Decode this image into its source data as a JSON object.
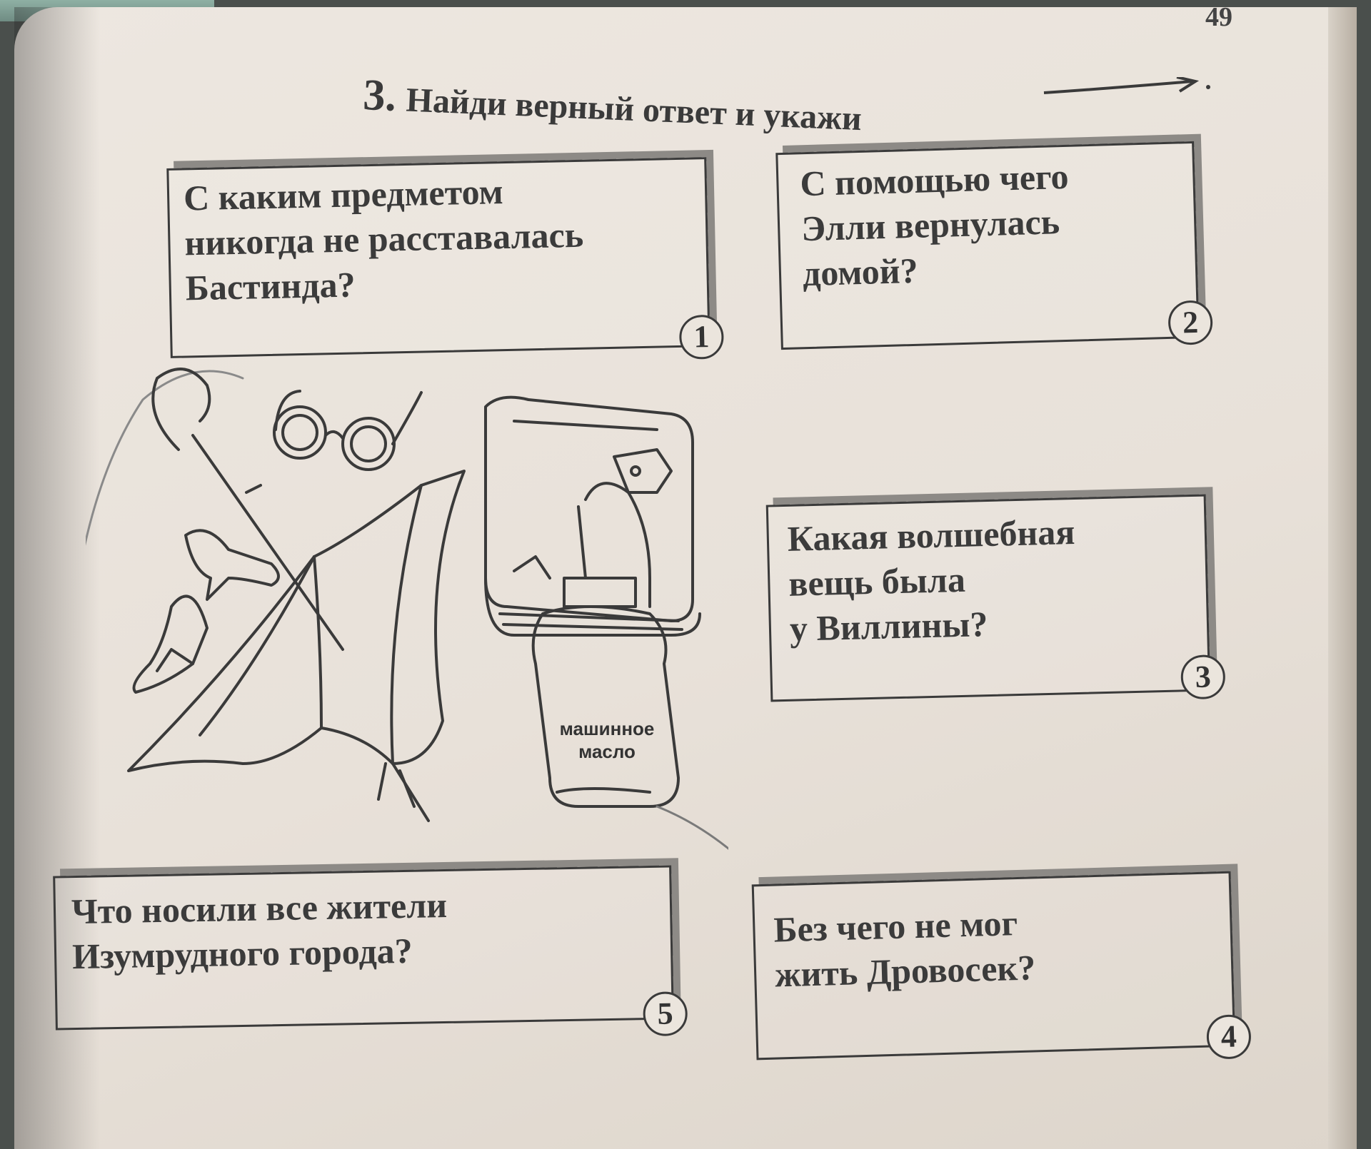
{
  "page_number": "49",
  "task": {
    "number": "3.",
    "text": "Найди верный ответ и укажи"
  },
  "questions": [
    {
      "number": "1",
      "lines": [
        "С каким предметом",
        "никогда не расставалась",
        "Бастинда?"
      ]
    },
    {
      "number": "2",
      "lines": [
        "С помощью чего",
        "Элли вернулась",
        "домой?"
      ]
    },
    {
      "number": "3",
      "lines": [
        "Какая волшебная",
        "вещь была",
        "у Виллины?"
      ]
    },
    {
      "number": "4",
      "lines": [
        "Без чего не мог",
        "жить Дровосек?"
      ]
    },
    {
      "number": "5",
      "lines": [
        "Что носили все жители",
        "Изумрудного города?"
      ]
    }
  ],
  "oil_label": [
    "машинное",
    "масло"
  ],
  "colors": {
    "page": "#ebe5dd",
    "ink": "#3a3a3a",
    "box_shadow": "#8d8a86",
    "pencil": "#7a7a7a"
  },
  "items": [
    "umbrella-icon",
    "glasses-icon",
    "shoe-icon",
    "book-icon",
    "oil-can-icon"
  ]
}
